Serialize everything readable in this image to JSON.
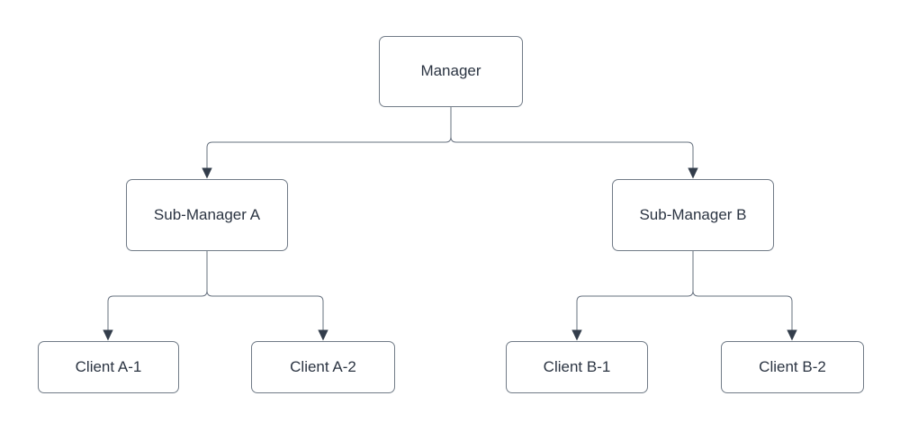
{
  "diagram": {
    "type": "org-chart-flowchart",
    "background": "#ffffff",
    "colors": {
      "node_fill": "#ffffff",
      "node_border": "#717b87",
      "node_text": "#2b3442",
      "connector": "#66707e",
      "arrowhead": "#333d4b"
    },
    "nodes": [
      {
        "id": "manager",
        "label": "Manager"
      },
      {
        "id": "sub-manager-a",
        "label": "Sub-Manager A"
      },
      {
        "id": "sub-manager-b",
        "label": "Sub-Manager B"
      },
      {
        "id": "client-a-1",
        "label": "Client A-1"
      },
      {
        "id": "client-a-2",
        "label": "Client A-2"
      },
      {
        "id": "client-b-1",
        "label": "Client B-1"
      },
      {
        "id": "client-b-2",
        "label": "Client B-2"
      }
    ],
    "edges": [
      {
        "from": "Manager",
        "to": "Sub-Manager A"
      },
      {
        "from": "Manager",
        "to": "Sub-Manager B"
      },
      {
        "from": "Sub-Manager A",
        "to": "Client A-1"
      },
      {
        "from": "Sub-Manager A",
        "to": "Client A-2"
      },
      {
        "from": "Sub-Manager B",
        "to": "Client B-1"
      },
      {
        "from": "Sub-Manager B",
        "to": "Client B-2"
      }
    ]
  }
}
